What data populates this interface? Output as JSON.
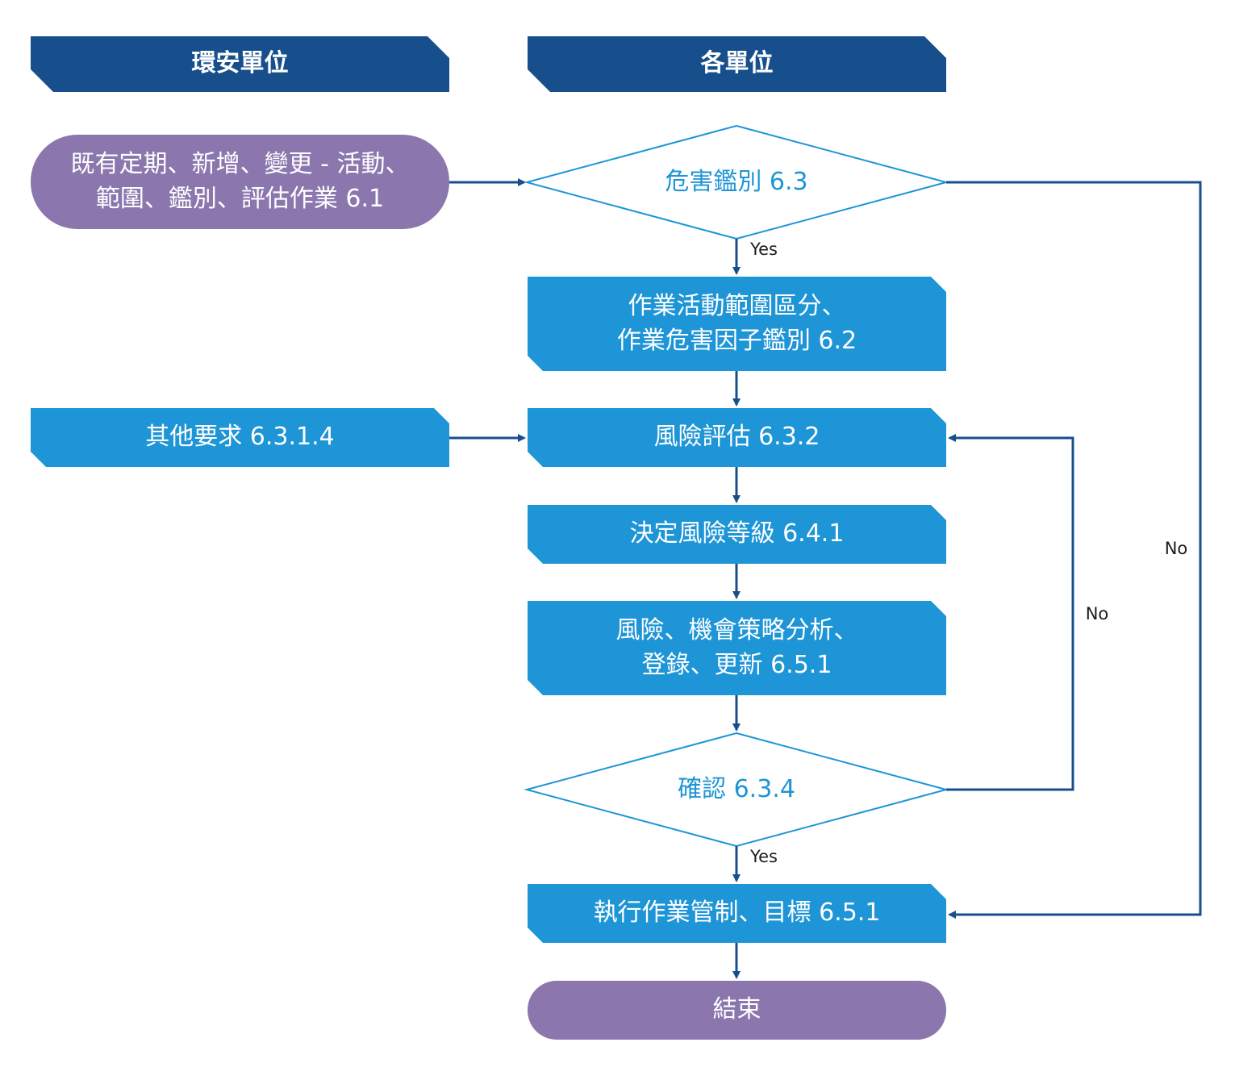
{
  "headers": {
    "left": "環安單位",
    "right": "各單位"
  },
  "nodes": {
    "start": "既有定期、新增、變更 - 活動、\n範圍、鑑別、評估作業 6.1",
    "hazard_decision": "危害鑑別 6.3",
    "activity_scope": "作業活動範圍區分、\n作業危害因子鑑別 6.2",
    "other_requirements": "其他要求 6.3.1.4",
    "risk_assessment": "風險評估 6.3.2",
    "risk_level": "決定風險等級 6.4.1",
    "strategy_analysis": "風險、機會策略分析、\n登錄、更新 6.5.1",
    "confirm_decision": "確認 6.3.4",
    "control": "執行作業管制、目標 6.5.1",
    "end": "結束"
  },
  "edge_labels": {
    "hazard_yes": "Yes",
    "confirm_yes": "Yes",
    "hazard_no": "No",
    "confirm_no": "No"
  },
  "colors": {
    "header_fill": "#174f8c",
    "process_fill": "#1e95d6",
    "terminal_fill": "#8b77ae",
    "decision_stroke": "#1e95d6",
    "arrow": "#174f8c"
  }
}
